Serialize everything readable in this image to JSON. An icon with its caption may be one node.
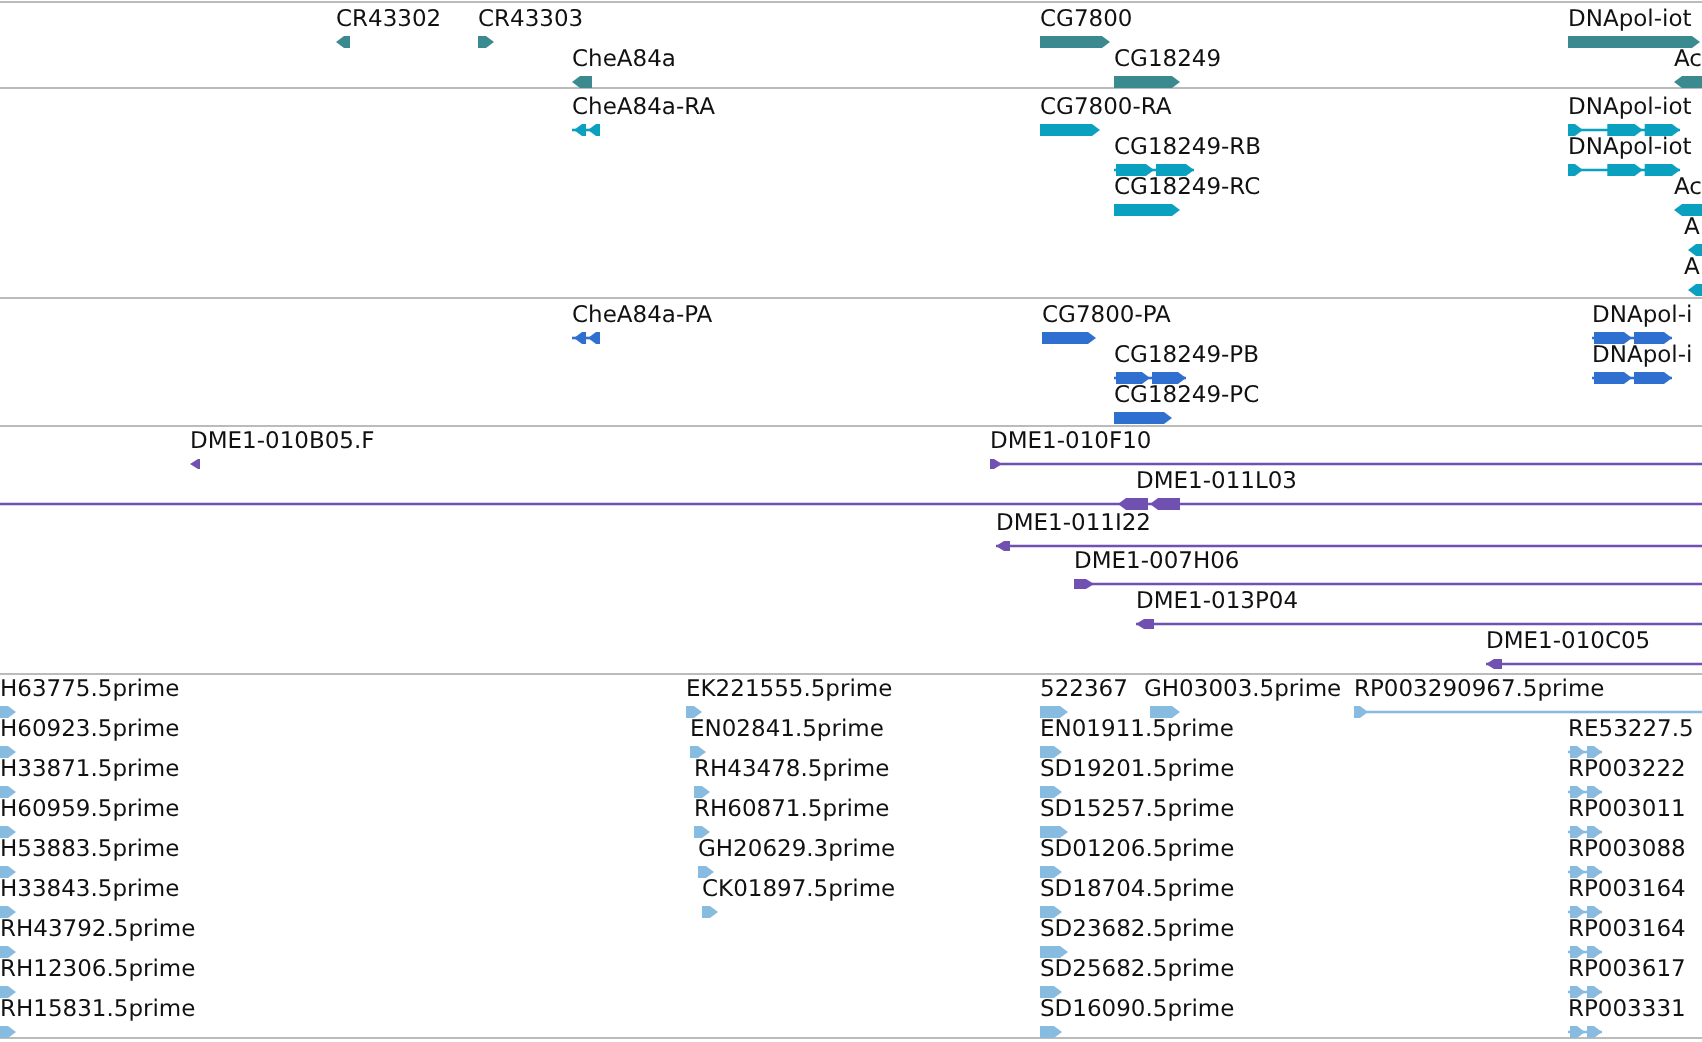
{
  "diagram": {
    "labels": [
      "CR43302",
      "CR43303",
      "CG7800",
      "DNApol-iot",
      "CheA84a",
      "CG18249",
      "Ac",
      "CheA84a-RA",
      "CG7800-RA",
      "DNApol-iot",
      "CG18249-RB",
      "DNApol-iot",
      "CG18249-RC",
      "Ac",
      "A",
      "A",
      "CheA84a-PA",
      "CG7800-PA",
      "DNApol-i",
      "CG18249-PB",
      "DNApol-i",
      "CG18249-PC",
      "DME1-010B05.F",
      "DME1-010F10",
      "DME1-011L03",
      "DME1-011I22",
      "DME1-007H06",
      "DME1-013P04",
      "DME1-010C05",
      "H63775.5prime",
      "EK221555.5prime",
      "522367",
      "GH03003.5prime",
      "RP003290967.5prime",
      "H60923.5prime",
      "EN02841.5prime",
      "EN01911.5prime",
      "RE53227.5",
      "H33871.5prime",
      "RH43478.5prime",
      "SD19201.5prime",
      "RP003222",
      "H60959.5prime",
      "RH60871.5prime",
      "SD15257.5prime",
      "RP003011",
      "H53883.5prime",
      "GH20629.3prime",
      "SD01206.5prime",
      "RP003088",
      "H33843.5prime",
      "CK01897.5prime",
      "SD18704.5prime",
      "RP003164",
      "RH43792.5prime",
      "SD23682.5prime",
      "RP003164",
      "RH12306.5prime",
      "SD25682.5prime",
      "RP003617",
      "RH15831.5prime",
      "SD16090.5prime",
      "RP003331"
    ]
  }
}
